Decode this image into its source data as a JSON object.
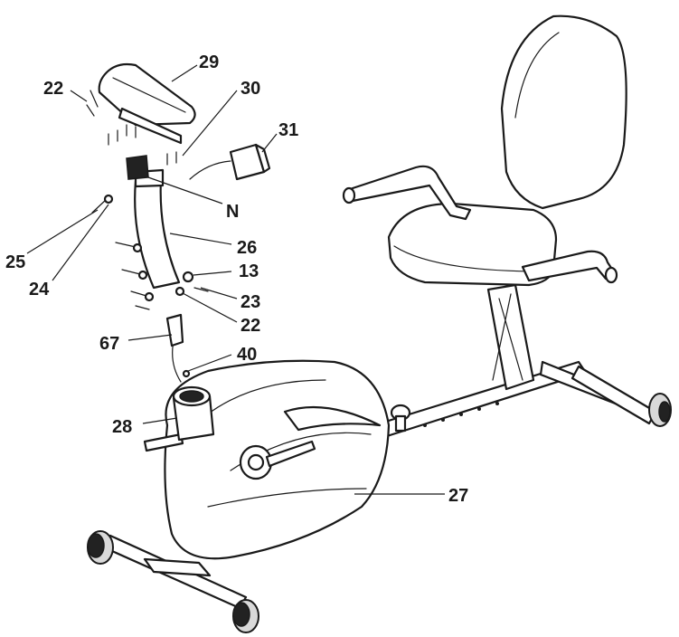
{
  "callouts": {
    "c29": "29",
    "c22a": "22",
    "c30": "30",
    "c31": "31",
    "cN": "N",
    "c26": "26",
    "c25": "25",
    "c13": "13",
    "c24": "24",
    "c23": "23",
    "c22b": "22",
    "c67": "67",
    "c40": "40",
    "c28": "28",
    "c27": "27"
  },
  "colors": {
    "ink": "#1a1a1a",
    "paper": "#ffffff"
  }
}
